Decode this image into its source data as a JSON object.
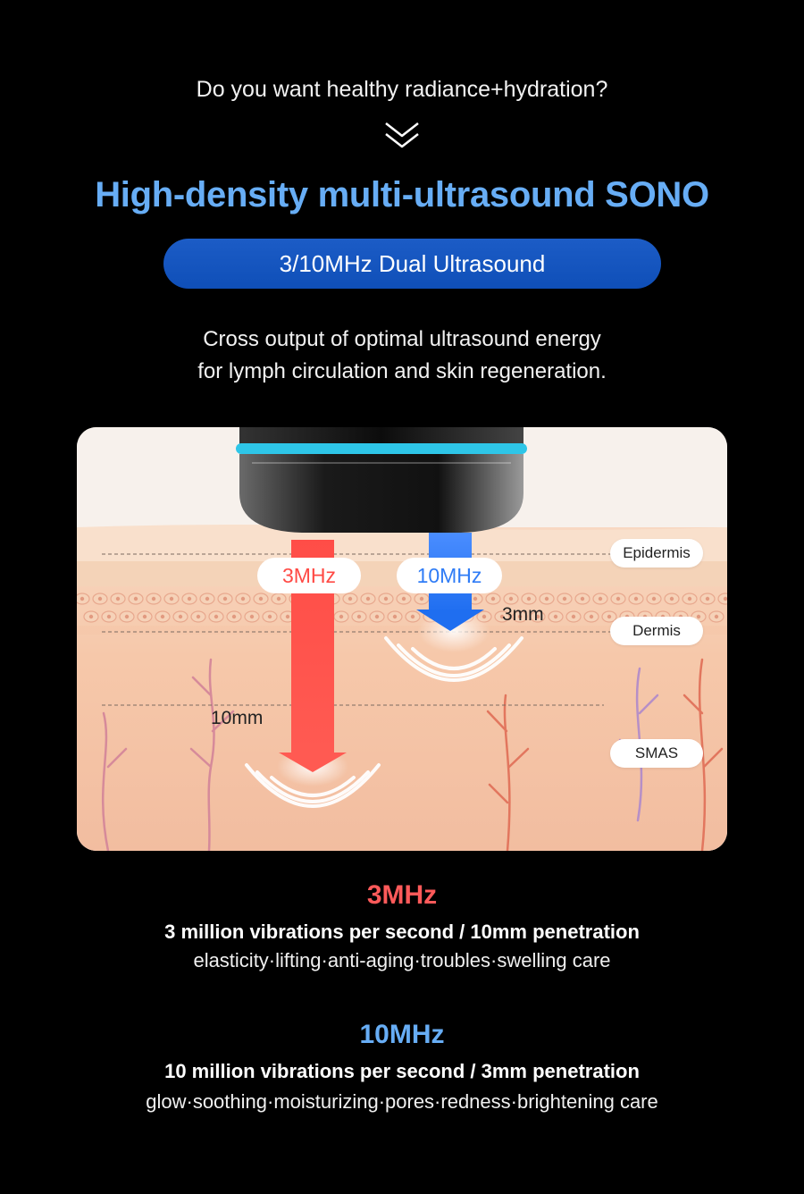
{
  "intro": {
    "question": "Do you want healthy radiance+hydration?",
    "chevron_icon": "double-chevron-down-icon",
    "headline": "High-density multi-ultrasound SONO",
    "pill_label": "3/10MHz Dual Ultrasound",
    "description_line1": "Cross output of optimal ultrasound energy",
    "description_line2": "for lymph circulation and skin regeneration."
  },
  "diagram": {
    "layers": [
      "Epidermis",
      "Dermis",
      "SMAS"
    ],
    "beams": [
      {
        "label": "3MHz",
        "depth": "10mm",
        "color": "#ff5a52"
      },
      {
        "label": "10MHz",
        "depth": "3mm",
        "color": "#2f7cf6"
      }
    ],
    "device_ring_color": "#2ec6e8",
    "skin_color": "#f6c9ac"
  },
  "specs": [
    {
      "title": "3MHz",
      "line1": "3 million vibrations per second / 10mm penetration",
      "line2": "elasticity·lifting·anti-aging·troubles·swelling care",
      "color": "#ff5a5a"
    },
    {
      "title": "10MHz",
      "line1": "10 million vibrations per second / 3mm penetration",
      "line2": "glow·soothing·moisturizing·pores·redness·brightening care",
      "color": "#67adf5"
    }
  ]
}
